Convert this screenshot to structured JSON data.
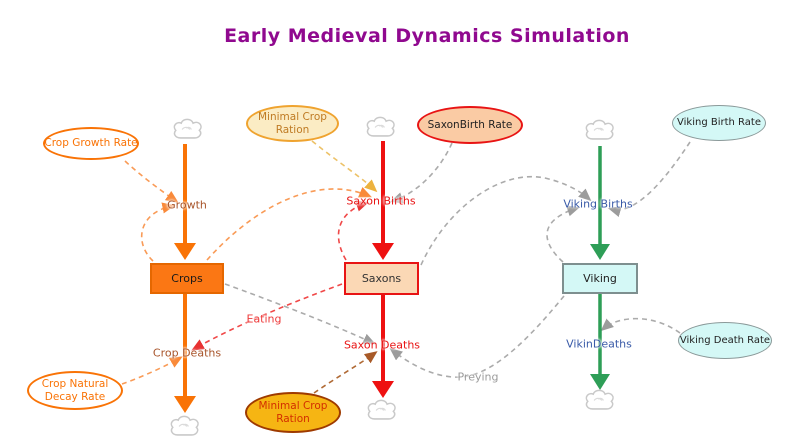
{
  "title": "Early Medieval Dynamics Simulation",
  "stocks": {
    "crops": {
      "label": "Crops"
    },
    "saxons": {
      "label": "Saxons"
    },
    "viking": {
      "label": "Viking"
    }
  },
  "flows": {
    "growth": {
      "label": "Growth"
    },
    "crop_deaths": {
      "label": "Crop Deaths"
    },
    "saxon_births": {
      "label": "Saxon Births"
    },
    "saxon_deaths": {
      "label": "Saxon Deaths"
    },
    "viking_births": {
      "label": "Viking Births"
    },
    "vikin_deaths": {
      "label": "VikinDeaths"
    }
  },
  "variables": {
    "crop_growth_rate": {
      "label": "Crop Growth Rate"
    },
    "minimal_crop_ration_top": {
      "label": "Minimal Crop Ration"
    },
    "saxon_birth_rate": {
      "label": "SaxonBirth Rate"
    },
    "viking_birth_rate": {
      "label": "Viking Birth Rate"
    },
    "crop_natural_decay_rate": {
      "label": "Crop Natural Decay Rate"
    },
    "minimal_crop_ration_bottom": {
      "label": "Minimal Crop Ration"
    },
    "viking_death_rate": {
      "label": "Viking Death Rate"
    }
  },
  "links": {
    "eating": {
      "label": "Eating"
    },
    "preying": {
      "label": "Preying"
    }
  },
  "colors": {
    "title_purple": "#90098F",
    "crops_orange": "#F97306",
    "saxons_red": "#E81414",
    "viking_green": "#2E9E57",
    "viking_border_gray": "#8A9999",
    "link_gray": "#ABABAB",
    "link_light_orange": "#F99B57",
    "link_yellow": "#EDC268",
    "link_brown": "#B06A35",
    "cream_fill": "#FBECC4",
    "peach_fill": "#FBD8B5",
    "gold_fill": "#F6B513",
    "cyan_fill": "#D4F8F6",
    "cloud_gray": "#C9C9C9"
  }
}
